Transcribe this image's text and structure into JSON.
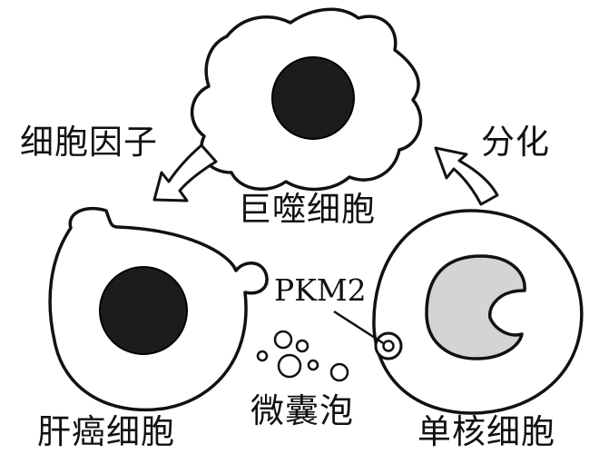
{
  "labels": {
    "cytokine": "细胞因子",
    "differentiation": "分化",
    "macrophage": "巨噬细胞",
    "pkm2": "PKM2",
    "liver_cancer_cell": "肝癌细胞",
    "microvesicle": "微囊泡",
    "monocyte": "单核细胞"
  },
  "colors": {
    "line": "#111111",
    "nucleus": "#1c1c1c",
    "monocyte_nucleus": "#d4d4d4",
    "background": "#ffffff"
  }
}
